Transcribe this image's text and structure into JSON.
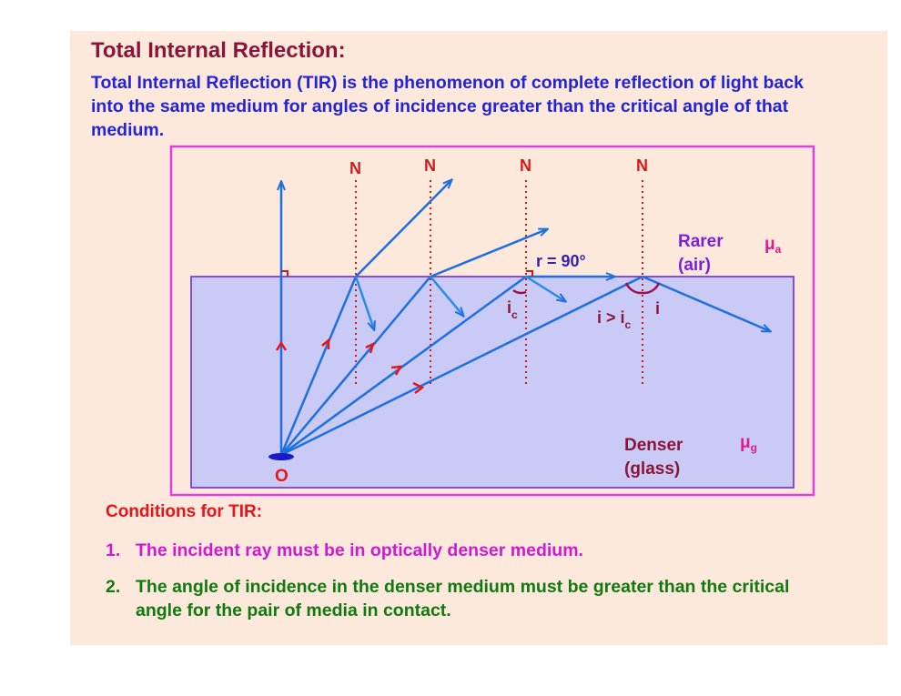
{
  "title": "Total Internal Reflection:",
  "definition": "Total Internal Reflection (TIR) is the phenomenon of complete reflection of light back into the same medium for angles of incidence greater than the critical angle of that medium.",
  "diagram": {
    "normal_label": "N",
    "rarer_label": "Rarer",
    "rarer_sub": "(air)",
    "mu_a": "μ",
    "mu_a_sub": "a",
    "denser_label": "Denser",
    "denser_sub": "(glass)",
    "mu_g": "μ",
    "mu_g_sub": "g",
    "refraction_angle": "r = 90°",
    "critical_angle": "i",
    "critical_angle_sub": "c",
    "incidence_condition": "i > i",
    "incidence_condition_sub": "c",
    "incidence_angle": "i",
    "source_label": "O",
    "colors": {
      "ray": "#1e6fe0",
      "arrowhead": "#e8141a",
      "normal": "#d21a1a",
      "glass": "#cacaf6",
      "glass_border": "#6a1fd0",
      "frame": "#e43ee0",
      "angle_arc": "#a01050"
    }
  },
  "conditions_title": "Conditions for TIR:",
  "conditions": [
    {
      "num": "1.",
      "text": "The incident ray must be in optically denser medium."
    },
    {
      "num": "2.",
      "text": "The angle of incidence in the denser medium must be greater than the critical angle for the pair of media in contact."
    }
  ]
}
